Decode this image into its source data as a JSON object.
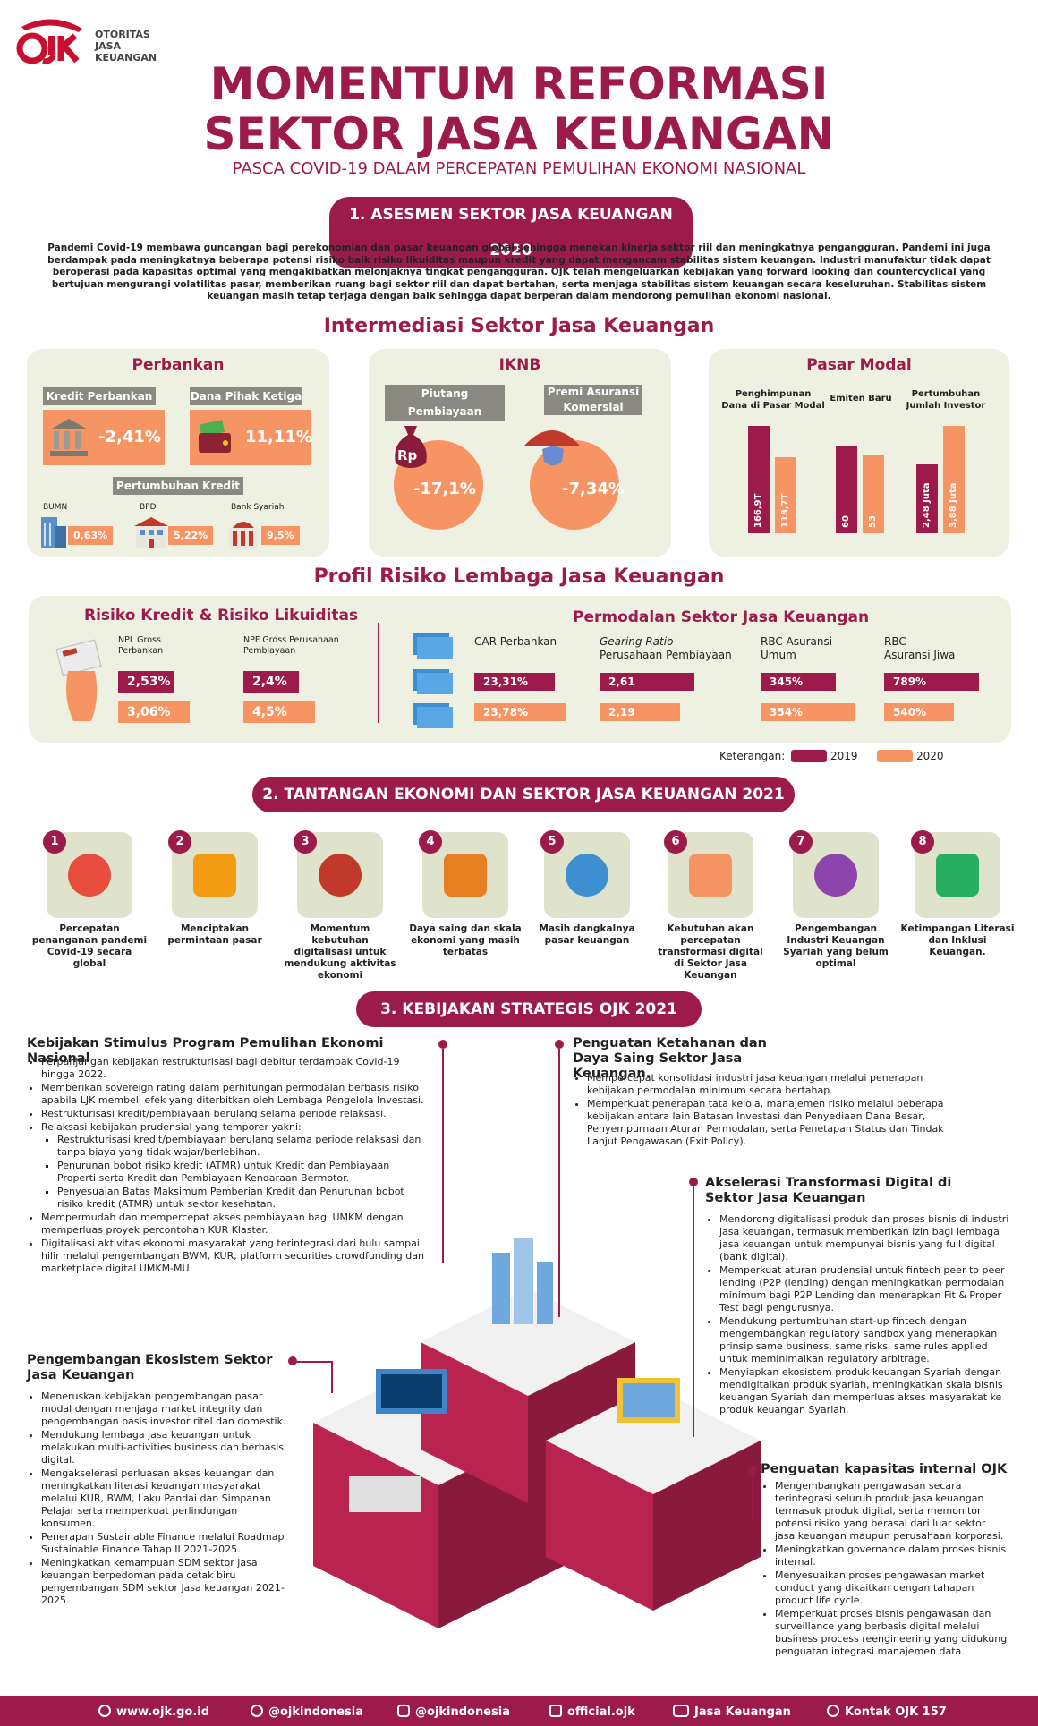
{
  "logo": {
    "mark": "OJK",
    "org_line1": "OTORITAS",
    "org_line2": "JASA",
    "org_line3": "KEUANGAN"
  },
  "title_line1": "MOMENTUM REFORMASI",
  "title_line2": "SEKTOR JASA KEUANGAN",
  "subtitle": "PASCA COVID-19 DALAM PERCEPATAN PEMULIHAN EKONOMI NASIONAL",
  "section1": {
    "heading": "1. ASESMEN SEKTOR JASA KEUANGAN 2020",
    "intro": "Pandemi Covid-19 membawa guncangan bagi perekonomian dan pasar keuangan global sehingga menekan kinerja sektor riil dan meningkatnya pengangguran. Pandemi ini juga berdampak pada meningkatnya beberapa potensi risiko baik risiko likuiditas maupun kredit yang dapat mengancam stabilitas sistem keuangan. Industri manufaktur tidak dapat beroperasi pada kapasitas optimal yang mengakibatkan melonjaknya tingkat pengangguran. OJK telah mengeluarkan kebijakan yang forward looking dan countercyclical yang bertujuan mengurangi volatilitas pasar, memberikan ruang bagi sektor riil dan dapat bertahan, serta menjaga stabilitas sistem keuangan secara keseluruhan. Stabilitas sistem keuangan masih tetap terjaga dengan baik sehingga dapat berperan dalam mendorong pemulihan ekonomi nasional.",
    "intermediasi_title": "Intermediasi Sektor Jasa Keuangan",
    "perbankan": {
      "title": "Perbankan",
      "kredit_label": "Kredit Perbankan",
      "kredit_value": "-2,41%",
      "dpk_label": "Dana Pihak Ketiga",
      "dpk_value": "11,11%",
      "pertumbuhan_label": "Pertumbuhan Kredit",
      "bumn_label": "BUMN",
      "bumn_value": "0,63%",
      "bpd_label": "BPD",
      "bpd_value": "5,22%",
      "syariah_label": "Bank Syariah",
      "syariah_value": "9,5%"
    },
    "iknb": {
      "title": "IKNB",
      "piutang_label": "Piutang Pembiayaan",
      "piutang_value": "-17,1%",
      "premi_label": "Premi Asuransi Komersial",
      "premi_value": "-7,34%",
      "rp_glyph": "Rp"
    },
    "pasar_modal": {
      "title": "Pasar Modal",
      "cat1": "Penghimpunan Dana di Pasar Modal",
      "cat2": "Emiten Baru",
      "cat3": "Pertumbuhan Jumlah Investor"
    },
    "profil_title": "Profil Risiko Lembaga Jasa Keuangan",
    "risiko": {
      "title": "Risiko Kredit & Risiko Likuiditas",
      "npl_label": "NPL Gross Perbankan",
      "npl_2019": "2,53%",
      "npl_2020": "3,06%",
      "npf_label": "NPF Gross Perusahaan Pembiayaan",
      "npf_2019": "2,4%",
      "npf_2020": "4,5%"
    },
    "permodalan": {
      "title": "Permodalan Sektor Jasa Keuangan",
      "car_label": "CAR Perbankan",
      "car_2019": "23,31%",
      "car_2020": "23,78%",
      "gearing_label1": "Gearing Ratio",
      "gearing_label2": "Perusahaan Pembiayaan",
      "gearing_2019": "2,61",
      "gearing_2020": "2,19",
      "rbcu_label1": "RBC Asuransi",
      "rbcu_label2": "Umum",
      "rbcu_2019": "345%",
      "rbcu_2020": "354%",
      "rbcj_label1": "RBC",
      "rbcj_label2": "Asuransi Jiwa",
      "rbcj_2019": "789%",
      "rbcj_2020": "540%"
    },
    "legend": {
      "label": "Keterangan:",
      "y2019": "2019",
      "y2020": "2020",
      "color2019": "#9c1b4a",
      "color2020": "#f79463"
    }
  },
  "chart_data": {
    "type": "bar",
    "title": "Pasar Modal",
    "categories": [
      "Penghimpunan Dana di Pasar Modal",
      "Emiten Baru",
      "Pertumbuhan Jumlah Investor"
    ],
    "series": [
      {
        "name": "2019",
        "values": [
          166.9,
          60,
          2.48
        ],
        "labels": [
          "166,9T",
          "60",
          "2,48 Juta"
        ]
      },
      {
        "name": "2020",
        "values": [
          118.7,
          53,
          3.88
        ],
        "labels": [
          "118,7T",
          "53",
          "3,88 Juta"
        ]
      }
    ]
  },
  "section2": {
    "heading": "2. TANTANGAN EKONOMI DAN SEKTOR JASA KEUANGAN 2021",
    "items": [
      {
        "num": "1",
        "label": "Percepatan penanganan pandemi Covid-19 secara global",
        "icon": "virus-icon"
      },
      {
        "num": "2",
        "label": "Menciptakan permintaan pasar",
        "icon": "people-icon"
      },
      {
        "num": "3",
        "label": "Momentum kebutuhan digitalisasi untuk mendukung aktivitas ekonomi",
        "icon": "digital-coin-icon"
      },
      {
        "num": "4",
        "label": "Daya saing dan skala ekonomi yang masih terbatas",
        "icon": "market-stall-icon"
      },
      {
        "num": "5",
        "label": "Masih dangkalnya pasar keuangan",
        "icon": "money-stall-icon"
      },
      {
        "num": "6",
        "label": "Kebutuhan akan percepatan transformasi digital di Sektor Jasa Keuangan",
        "icon": "smartphone-icon"
      },
      {
        "num": "7",
        "label": "Pengembangan Industri Keuangan Syariah yang belum optimal",
        "icon": "mosque-icon"
      },
      {
        "num": "8",
        "label": "Ketimpangan Literasi dan Inklusi Keuangan.",
        "icon": "books-icon"
      }
    ]
  },
  "section3": {
    "heading": "3. KEBIJAKAN STRATEGIS OJK 2021",
    "stimulus": {
      "title": "Kebijakan Stimulus Program Pemulihan Ekonomi Nasional",
      "b1": "Perpanjangan kebijakan restrukturisasi bagi debitur terdampak Covid-19 hingga 2022.",
      "b2": "Memberikan sovereign rating dalam perhitungan permodalan berbasis risiko apabila LJK membeli efek yang diterbitkan oleh Lembaga Pengelola Investasi.",
      "b3": "Restrukturisasi kredit/pembiayaan berulang selama periode relaksasi.",
      "b4": "Relaksasi kebijakan prudensial yang temporer yakni:",
      "b4a": "Restrukturisasi kredit/pembiayaan berulang selama periode relaksasi dan tanpa biaya yang tidak wajar/berlebihan.",
      "b4b": "Penurunan bobot risiko kredit (ATMR) untuk Kredit dan Pembiayaan Properti serta Kredit dan Pembiayaan Kendaraan Bermotor.",
      "b4c": "Penyesuaian Batas Maksimum Pemberian Kredit dan Penurunan bobot risiko kredit (ATMR) untuk sektor kesehatan.",
      "b5": "Mempermudah dan mempercepat akses pembiayaan bagi UMKM dengan memperluas proyek percontohan KUR Klaster.",
      "b6": "Digitalisasi aktivitas ekonomi masyarakat yang terintegrasi dari hulu sampai hilir melalui pengembangan BWM, KUR, platform securities crowdfunding dan marketplace digital UMKM-MU."
    },
    "ketahanan": {
      "title": "Penguatan Ketahanan dan Daya Saing Sektor Jasa Keuangan.",
      "b1": "Mempercepat konsolidasi industri jasa keuangan melalui penerapan kebijakan permodalan minimum secara bertahap.",
      "b2": "Memperkuat penerapan tata kelola, manajemen risiko melalui beberapa kebijakan antara lain Batasan Investasi dan Penyediaan Dana Besar, Penyempurnaan Aturan Permodalan, serta Penetapan Status dan Tindak Lanjut Pengawasan (Exit Policy)."
    },
    "digital": {
      "title": "Akselerasi Transformasi Digital di Sektor Jasa Keuangan",
      "b1": "Mendorong digitalisasi produk dan proses bisnis di industri jasa keuangan, termasuk memberikan izin bagi lembaga jasa keuangan untuk mempunyai bisnis yang full digital (bank digital).",
      "b2": "Memperkuat aturan prudensial untuk fintech peer to peer lending (P2P (lending) dengan meningkatkan permodalan minimum bagi P2P Lending dan menerapkan Fit & Proper Test bagi pengurusnya.",
      "b3": "Mendukung pertumbuhan start-up fintech dengan mengembangkan regulatory sandbox yang menerapkan prinsip same business, same risks, same rules applied untuk meminimalkan regulatory arbitrage.",
      "b4": "Menyiapkan ekosistem produk keuangan Syariah dengan mendigitalkan produk syariah, meningkatkan skala bisnis keuangan Syariah dan memperluas akses masyarakat ke produk keuangan Syariah."
    },
    "ekosistem": {
      "title": "Pengembangan Ekosistem Sektor Jasa Keuangan",
      "b1": "Meneruskan kebijakan pengembangan pasar modal dengan menjaga market integrity dan pengembangan basis investor ritel dan domestik.",
      "b2": "Mendukung lembaga jasa keuangan untuk melakukan multi-activities business dan berbasis digital.",
      "b3": "Mengakselerasi perluasan akses keuangan dan meningkatkan literasi keuangan masyarakat melalui KUR, BWM, Laku Pandai dan Simpanan Pelajar serta memperkuat perlindungan konsumen.",
      "b4": "Penerapan Sustainable Finance melalui Roadmap Sustainable Finance Tahap II 2021-2025.",
      "b5": "Meningkatkan kemampuan SDM sektor jasa keuangan berpedoman pada cetak biru pengembangan SDM sektor jasa keuangan 2021-2025."
    },
    "internal": {
      "title": "Penguatan kapasitas internal OJK",
      "b1": "Mengembangkan pengawasan secara terintegrasi seluruh produk jasa keuangan termasuk produk digital, serta memonitor potensi risiko yang berasal dari luar sektor jasa keuangan maupun perusahaan korporasi.",
      "b2": "Meningkatkan governance dalam proses bisnis internal.",
      "b3": "Menyesuaikan proses pengawasan market conduct yang dikaitkan dengan tahapan product life cycle.",
      "b4": "Memperkuat proses bisnis pengawasan dan surveillance yang berbasis digital melalui business process reengineering yang didukung penguatan integrasi manajemen data."
    }
  },
  "footer": {
    "web": "www.ojk.go.id",
    "twitter": "@ojkindonesia",
    "instagram": "@ojkindonesia",
    "facebook": "official.ojk",
    "youtube": "Jasa Keuangan",
    "kontak": "Kontak OJK 157"
  },
  "colors": {
    "maroon": "#9c1b4a",
    "orange": "#f79463",
    "card": "#eef0e2"
  }
}
